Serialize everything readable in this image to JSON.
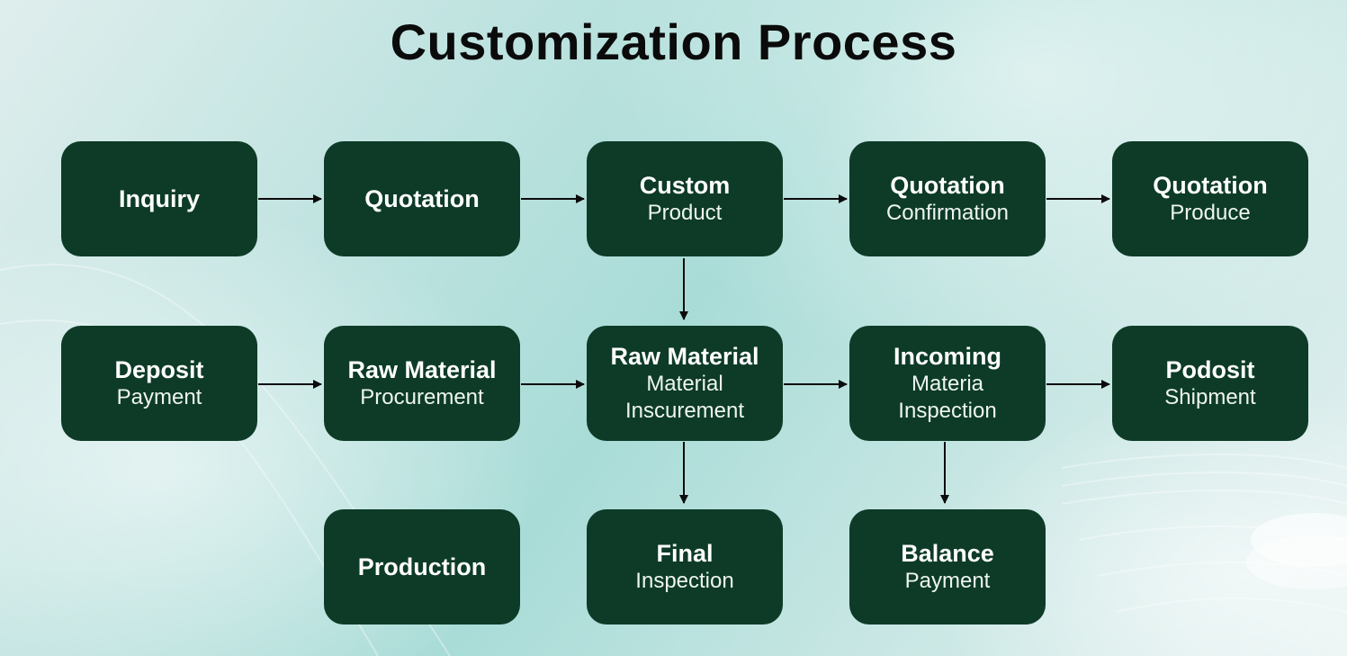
{
  "title": "Customization Process",
  "boxes": [
    {
      "title": "Inquiry"
    },
    {
      "title": "Quotation"
    },
    {
      "title": "Custom",
      "sub": "Product"
    },
    {
      "title": "Quotation",
      "sub": "Confirmation"
    },
    {
      "title": "Quotation",
      "sub": "Produce"
    },
    {
      "title": "Deposit",
      "sub": "Payment"
    },
    {
      "title": "Raw Material",
      "sub": "Procurement"
    },
    {
      "title": "Raw Material",
      "sub": "Material",
      "sub2": "Inscurement"
    },
    {
      "title": "Incoming",
      "sub": "Materia",
      "sub2": "Inspection"
    },
    {
      "title": "Podosit",
      "sub": "Shipment"
    },
    {
      "title": "Production"
    },
    {
      "title": "Final",
      "sub": "Inspection"
    },
    {
      "title": "Balance",
      "sub": "Payment"
    }
  ],
  "colors": {
    "box": "#0d3b27",
    "arrow": "#0b0b0b",
    "title": "#0b0b0b"
  }
}
